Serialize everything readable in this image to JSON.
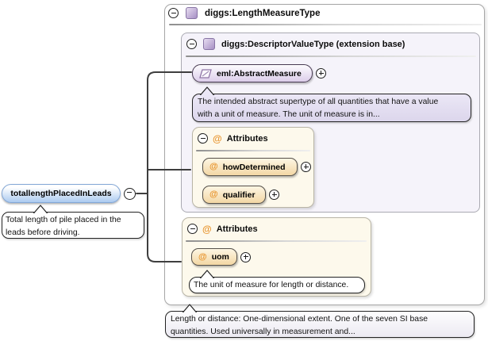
{
  "diagram": {
    "glyphs": {
      "at": "@"
    },
    "element": {
      "label": "totallengthPlacedInLeads",
      "annotation_lines": [
        "Total length of pile placed in the",
        "leads before driving."
      ]
    },
    "type_box": {
      "title": "diggs:LengthMeasureType",
      "annotation_lines": [
        "Length or distance: One-dimensional extent. One of the seven SI base",
        "quantities. Used universally in measurement and..."
      ]
    },
    "base_box": {
      "title": "diggs:DescriptorValueType (extension base)"
    },
    "abstract_measure": {
      "label": "eml:AbstractMeasure",
      "annotation_lines": [
        "The intended abstract supertype of all quantities that have a value",
        "with a unit of measure. The unit of measure is in..."
      ]
    },
    "attr_group_descriptor": {
      "title": "Attributes",
      "items": [
        {
          "label": "howDetermined"
        },
        {
          "label": "qualifier"
        }
      ]
    },
    "attr_group_length": {
      "title": "Attributes",
      "items": [
        {
          "label": "uom"
        }
      ],
      "annotation_lines": [
        "The unit of measure for length or distance."
      ]
    },
    "colors": {
      "element_pill": "#abcaf0",
      "lavender_box": "#f5f3fa",
      "lavender_bubble": "#ebe7f6",
      "attr_box": "#fdf9ec",
      "attr_pill": "#f3d7a4",
      "at_orange": "#e8952f",
      "icon_purple": "#a68fc4",
      "connector": "#3e3e3e"
    }
  }
}
